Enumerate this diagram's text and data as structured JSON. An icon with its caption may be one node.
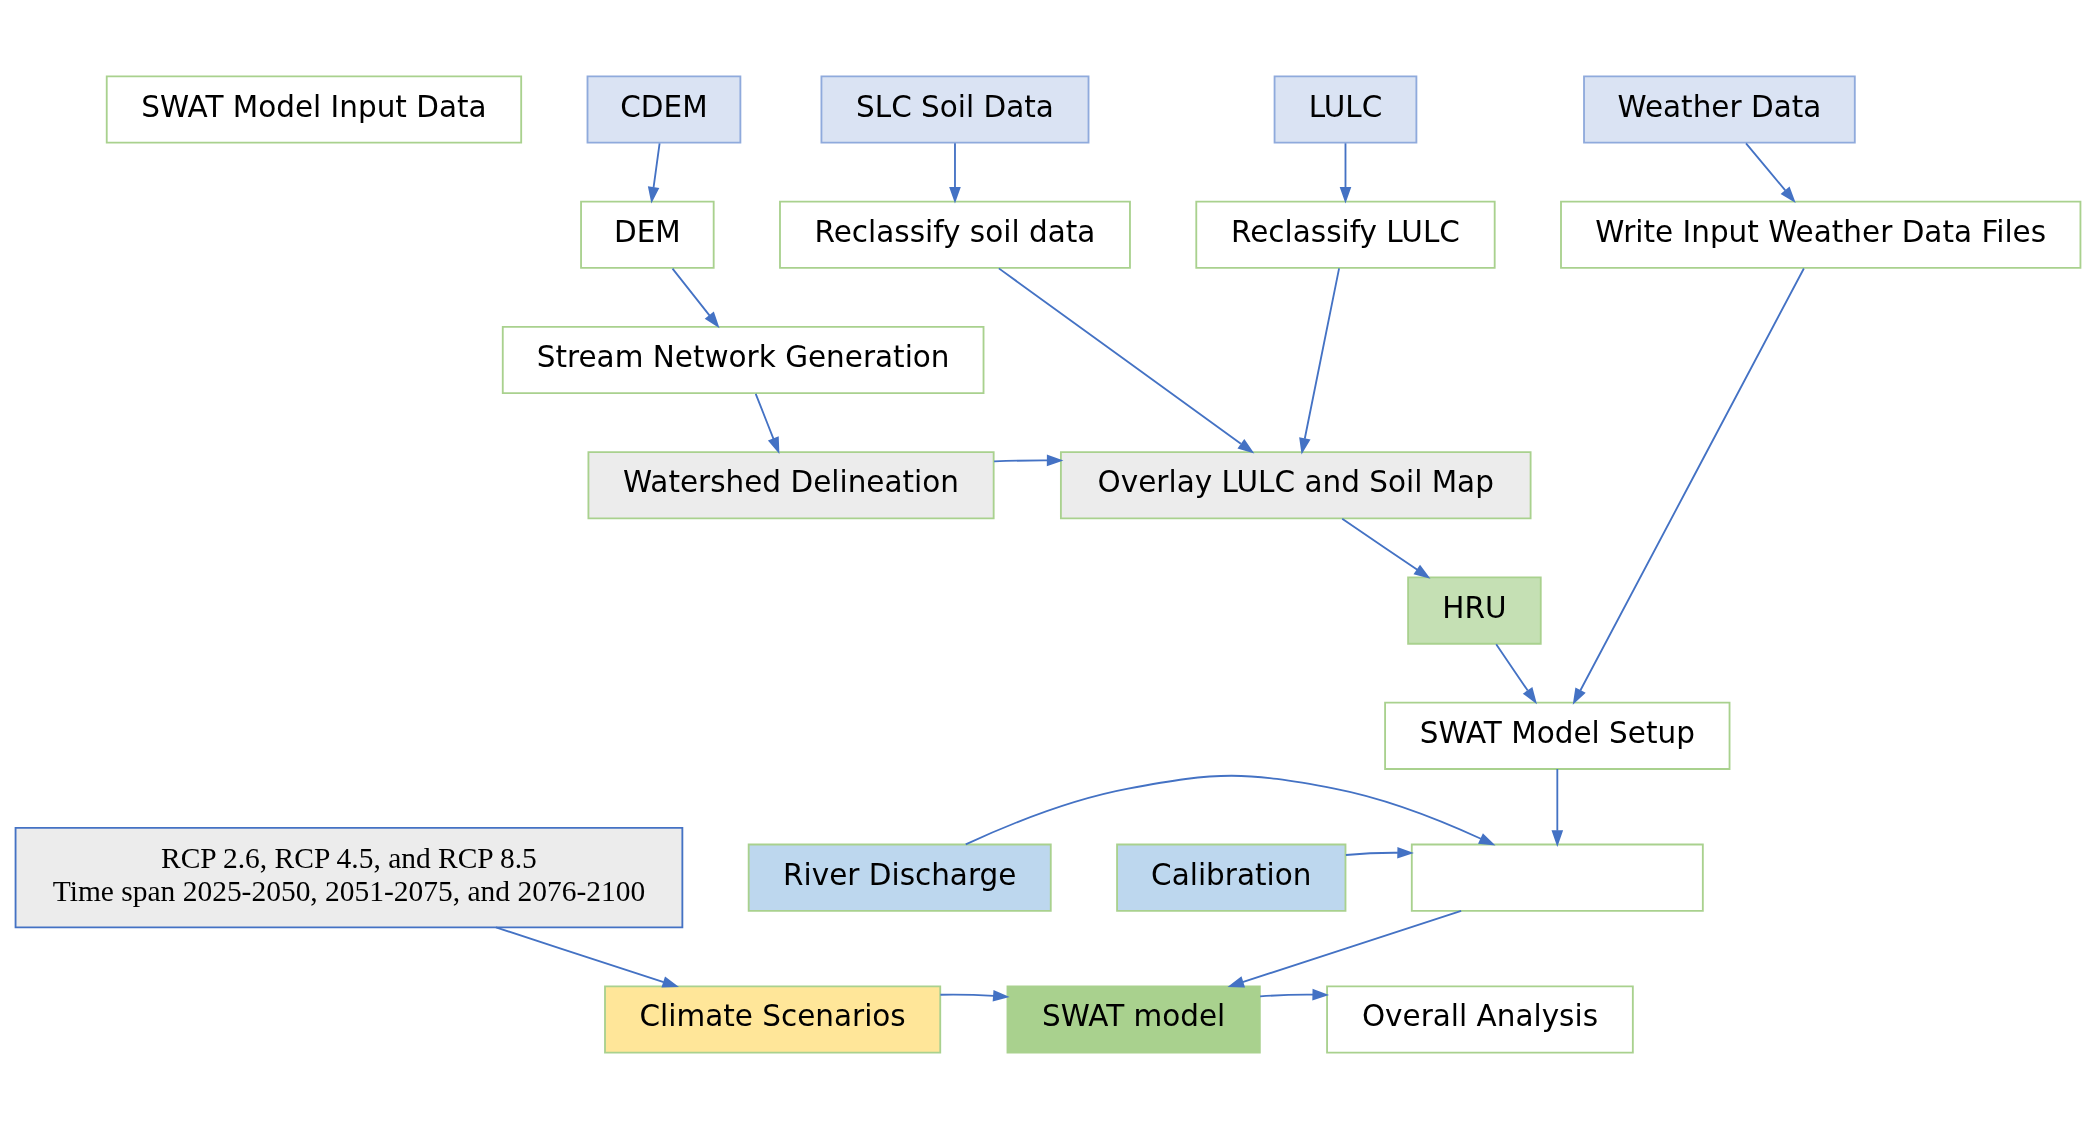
{
  "diagram": {
    "nodes": [
      {
        "text": [
          "SWAT Model Input Data"
        ]
      },
      {
        "text": [
          "CDEM"
        ]
      },
      {
        "text": [
          "SLC Soil Data"
        ]
      },
      {
        "text": [
          "LULC"
        ]
      },
      {
        "text": [
          "Weather Data"
        ]
      },
      {
        "text": [
          "DEM"
        ]
      },
      {
        "text": [
          "Reclassify soil data"
        ]
      },
      {
        "text": [
          "Reclassify LULC"
        ]
      },
      {
        "text": [
          "Write Input Weather Data Files"
        ]
      },
      {
        "text": [
          "Stream Network Generation"
        ]
      },
      {
        "text": [
          "Watershed Delineation"
        ]
      },
      {
        "text": [
          "Overlay LULC and Soil Map"
        ]
      },
      {
        "text": [
          "HRU"
        ]
      },
      {
        "text": [
          "RCP 2.6, RCP 4.5, and RCP 8.5",
          "Time span 2025-2050, 2051-2075, and 2076-2100"
        ]
      },
      {
        "text": [
          "SWAT Model Setup"
        ]
      },
      {
        "text": [
          "Calibration"
        ]
      },
      {
        "text": [],
        "shape": "box"
      },
      {
        "text": [
          "River Discharge"
        ]
      },
      {
        "text": [
          "Climate Scenarios"
        ]
      },
      {
        "text": [
          "SWAT model"
        ]
      },
      {
        "text": [
          "Overall Analysis"
        ]
      }
    ],
    "edges": [
      {
        "from": 1,
        "to": 5,
        "arrow": "to"
      },
      {
        "from": 5,
        "to": 9,
        "arrow": "to"
      },
      {
        "from": 9,
        "to": 10,
        "arrow": "to"
      },
      {
        "from": 10,
        "to": 11,
        "arrow": "to"
      },
      {
        "from": 2,
        "to": 6,
        "arrow": "to"
      },
      {
        "from": 6,
        "to": 11,
        "arrow": "to"
      },
      {
        "from": 3,
        "to": 7,
        "arrow": "to"
      },
      {
        "from": 7,
        "to": 11,
        "arrow": "to"
      },
      {
        "from": 4,
        "to": 8,
        "arrow": "to"
      },
      {
        "from": 8,
        "to": 14,
        "arrow": "to"
      },
      {
        "from": 11,
        "to": 12,
        "arrow": "to"
      },
      {
        "from": 12,
        "to": 14,
        "arrow": "to"
      },
      {
        "from": 14,
        "to": 16,
        "arrow": "to"
      },
      {
        "from": 15,
        "to": 16,
        "arrow": "to"
      },
      {
        "from": 17,
        "to": 16,
        "arrow": "to"
      },
      {
        "from": 16,
        "to": 19,
        "arrow": "to"
      },
      {
        "from": 13,
        "to": 18,
        "arrow": "to"
      },
      {
        "from": 18,
        "to": 19,
        "arrow": "to"
      },
      {
        "from": 19,
        "to": 20,
        "arrow": "to"
      }
    ]
  }
}
